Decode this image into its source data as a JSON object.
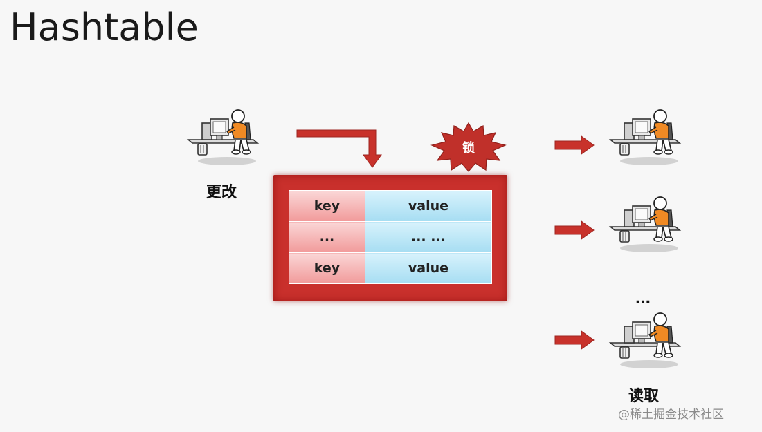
{
  "title": "Hashtable",
  "writer_label": "更改",
  "reader_label": "读取",
  "lock_label": "锁",
  "readers_ellipsis": "…",
  "table": {
    "rows": [
      {
        "key": "key",
        "value": "value"
      },
      {
        "key": "...",
        "value": "... ..."
      },
      {
        "key": "key",
        "value": "value"
      }
    ]
  },
  "watermark": "@稀土掘金技术社区",
  "colors": {
    "frame": "#c9302c",
    "arrow": "#c8322b",
    "key_cell": "#f4a9a9",
    "value_cell": "#b8e4f6",
    "person_shirt": "#f08a24"
  },
  "icons": [
    "person-at-computer-icon"
  ]
}
